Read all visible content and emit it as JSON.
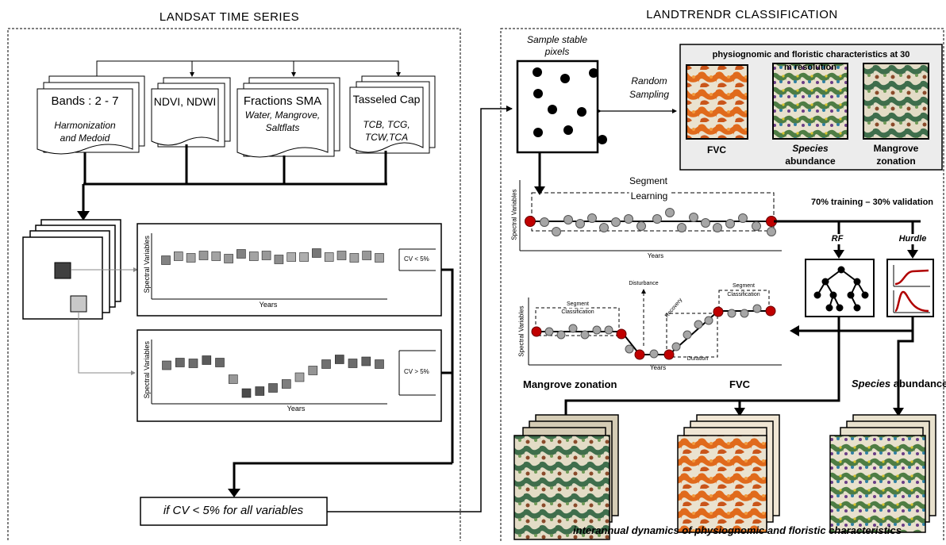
{
  "left_panel": {
    "title": "LANDSAT TIME SERIES",
    "docs": [
      {
        "title": "Bands : 2 - 7",
        "sub1": "Harmonization",
        "sub2": "and Medoid",
        "sub3": ""
      },
      {
        "title": "NDVI, NDWI",
        "sub1": "",
        "sub2": "",
        "sub3": ""
      },
      {
        "title": "Fractions SMA",
        "sub1": "Water, Mangrove,",
        "sub2": "Saltflats",
        "sub3": ""
      },
      {
        "title": "Tasseled Cap",
        "sub1": "TCB, TCG,",
        "sub2": "TCW,TCA",
        "sub3": ""
      }
    ],
    "chart_stable": {
      "ylabel": "Spectral Variables",
      "xlabel": "Years",
      "cv_label": "CV < 5%"
    },
    "chart_unstable": {
      "ylabel": "Spectral Variables",
      "xlabel": "Years",
      "cv_label": "CV > 5%"
    },
    "condition": "if CV < 5% for all variables"
  },
  "right_panel": {
    "title": "LANDTRENDR CLASSIFICATION",
    "sample_label_1": "Sample stable",
    "sample_label_2": "pixels",
    "random_1": "Random",
    "random_2": "Sampling",
    "characteristics_title": "physiognomic and floristic characteristics at 30",
    "characteristics_title_2": "m resolution",
    "maps": [
      {
        "line1": "FVC",
        "line2": ""
      },
      {
        "line1": "Species",
        "line2": "abundance"
      },
      {
        "line1": "Mangrove",
        "line2": "zonation"
      }
    ],
    "segment_learning_1": "Segment",
    "segment_learning_2": "Learning",
    "learn_chart": {
      "ylabel": "Spectral Variables",
      "xlabel": "Years"
    },
    "split_label": "70% training – 30% validation",
    "models": [
      "RF",
      "Hurdle"
    ],
    "classify_chart": {
      "ylabel": "Spectral Variables",
      "xlabel": "Years",
      "seg_class_1a": "Segment",
      "seg_class_1b": "Classification",
      "seg_class_2a": "Segment",
      "seg_class_2b": "Classification",
      "disturbance": "Disturbance",
      "recovery": "Recovery",
      "duration": "Duration"
    },
    "outputs": [
      {
        "prefix": "",
        "suffix": "Mangrove zonation"
      },
      {
        "prefix": "",
        "suffix": "FVC"
      },
      {
        "prefix": "Species",
        "suffix": " abundance"
      }
    ],
    "bottom_caption": "interannual dynamics of physiognomic and floristic characteristics"
  },
  "colors": {
    "line": "#000000",
    "grey_square_dark": "#404040",
    "grey_square_light": "#c8c8c8",
    "red_point": "#c00000",
    "grey_point": "#a6a6a6",
    "map_panel_bg": "#ececec",
    "map_orange": "#e06a1c",
    "map_green": "#3f6e4c",
    "map_cream": "#eae2cf"
  },
  "chart_data": [
    {
      "type": "scatter",
      "title": "",
      "xlabel": "Years",
      "ylabel": "Spectral Variables",
      "series": [
        {
          "values": [
            0.3,
            0.55,
            0.45,
            0.6,
            0.55,
            0.4,
            0.7,
            0.55,
            0.6,
            0.35,
            0.5,
            0.5,
            0.75,
            0.5,
            0.6,
            0.45,
            0.6,
            0.45
          ]
        }
      ],
      "annotation": "CV < 5%"
    },
    {
      "type": "scatter",
      "title": "",
      "xlabel": "Years",
      "ylabel": "Spectral Variables",
      "series": [
        {
          "values": [
            0.75,
            0.82,
            0.8,
            0.88,
            0.82,
            0.4,
            0.05,
            0.1,
            0.18,
            0.28,
            0.45,
            0.62,
            0.78,
            0.9,
            0.8,
            0.85,
            0.78
          ]
        }
      ],
      "annotation": "CV > 5%"
    }
  ]
}
